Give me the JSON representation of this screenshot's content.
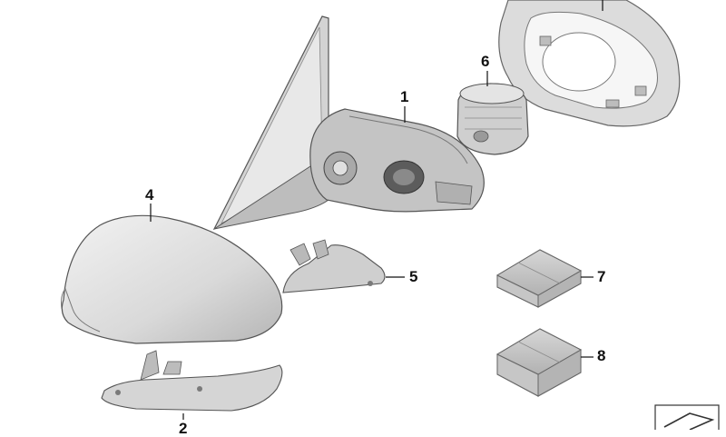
{
  "diagram": {
    "callouts": [
      {
        "id": "c1",
        "label": "1"
      },
      {
        "id": "c4",
        "label": "4"
      },
      {
        "id": "c5",
        "label": "5"
      },
      {
        "id": "c6",
        "label": "6"
      },
      {
        "id": "c7",
        "label": "7"
      },
      {
        "id": "c8",
        "label": "8"
      },
      {
        "id": "c2",
        "label": "2"
      }
    ],
    "colors": {
      "part_light": "#e6e6e6",
      "part_mid": "#c9c9c9",
      "part_dark": "#8a8a8a",
      "outline": "#555555",
      "leader": "#111111"
    }
  }
}
